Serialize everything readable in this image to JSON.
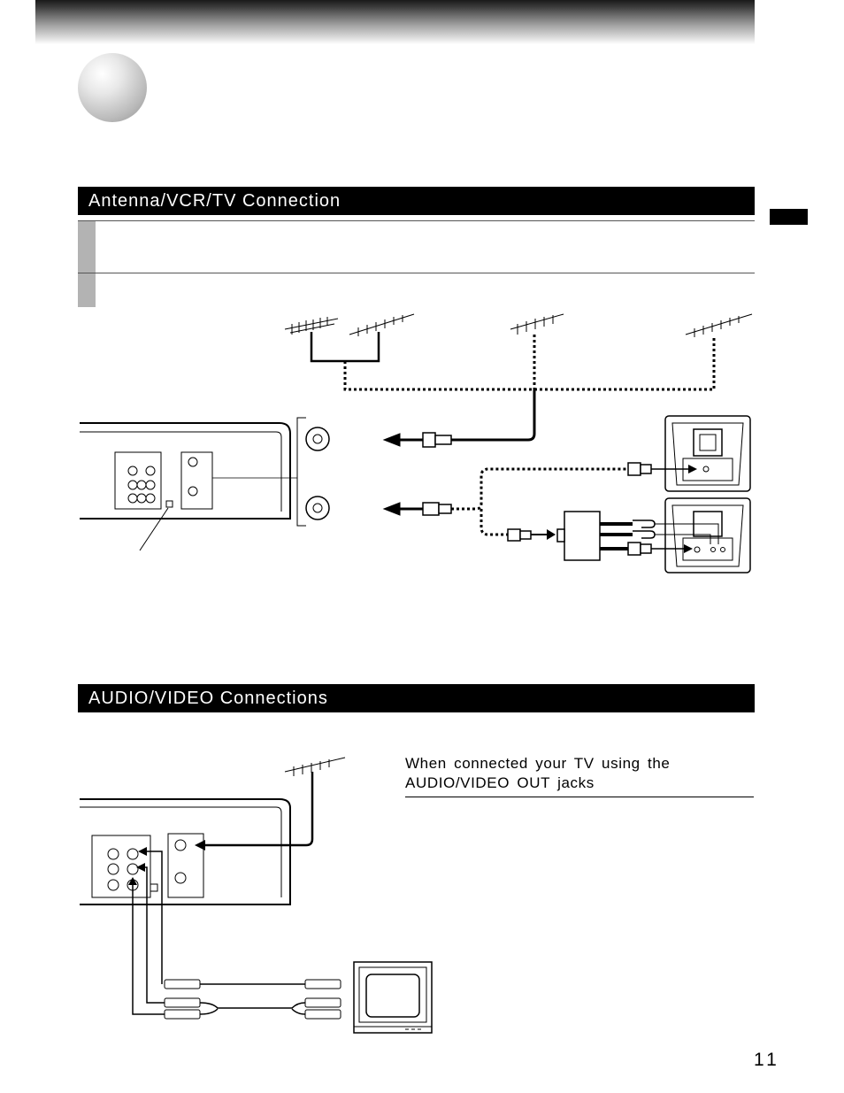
{
  "page": {
    "section1_title": "Antenna/VCR/TV Connection",
    "section2_title": "AUDIO/VIDEO Connections",
    "av_subheading": "When connected your TV using the AUDIO/VIDEO OUT jacks",
    "page_number": "11"
  }
}
